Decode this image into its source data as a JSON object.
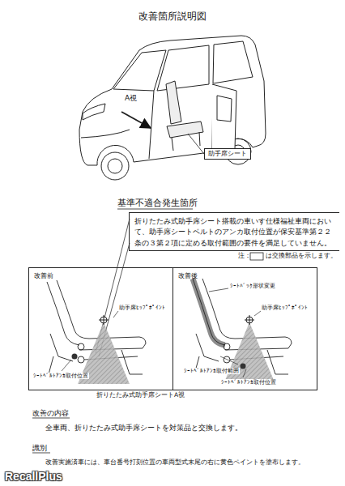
{
  "diagram": {
    "title": "改善箇所説明図",
    "nodes": [
      {
        "text": [
          "助手席シート"
        ]
      },
      {
        "text": [
          "基準不適合発生箇所",
          "折りたたみ式助手席シート搭載の車いす仕様福祉車両において、助手席シートベルトのアンカ取付位置が保安基準第２２条の３第２項に定める取付範囲の要件を満足していません。"
        ]
      },
      {
        "text": [
          "改善前"
        ]
      },
      {
        "text": [
          "改善後"
        ]
      }
    ],
    "labels": [
      "A視",
      "注：",
      "助手席ﾋｯﾌﾟﾎﾟｲﾝﾄ",
      "ｼｰﾄﾍﾞﾙﾄｱﾝｶ取付位置",
      "折りたたみ式助手席シートA視",
      "ｼｰﾄﾊﾞｯｸ形状変更",
      "助手席ﾋｯﾌﾟﾎﾟｲﾝﾄ",
      "ｼｰﾄﾍﾞﾙﾄｱﾝｶ取付範囲",
      "ｼｰﾄﾍﾞﾙﾄｱﾝｶ取付位置",
      "改善の内容",
      "全車両、折りたたみ式助手席シートを対策品と交換します。",
      "識別",
      "改善実施済車には、車台番号打刻位置の車両型式末尾の右に黄色ペイントを塗布します。",
      "RecallPlus"
    ],
    "legend": [
      {
        "text": "は交換部品を示します。"
      }
    ]
  }
}
